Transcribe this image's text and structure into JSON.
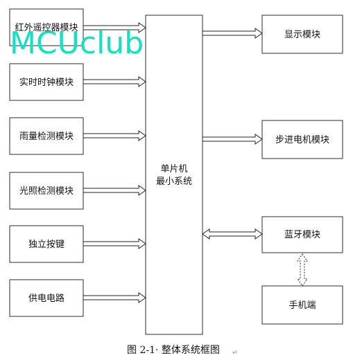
{
  "left_modules": [
    {
      "label": "红外遥控器模块",
      "direction": "to-mcu"
    },
    {
      "label": "实时时钟模块",
      "direction": "to-mcu"
    },
    {
      "label": "雨量检测模块",
      "direction": "to-mcu"
    },
    {
      "label": "光照检测模块",
      "direction": "to-mcu"
    },
    {
      "label": "独立按键",
      "direction": "to-mcu"
    },
    {
      "label": "供电电路",
      "direction": "to-mcu"
    }
  ],
  "mcu": {
    "line1": "单片机",
    "line2": "最小系统"
  },
  "right_modules": [
    {
      "label": "显示模块",
      "direction": "from-mcu"
    },
    {
      "label": "步进电机模块",
      "direction": "from-mcu"
    },
    {
      "label": "蓝牙模块",
      "direction": "bidirectional"
    }
  ],
  "phone": {
    "label": "手机端",
    "link": "bidirectional-dashed"
  },
  "watermark": "MCUclub",
  "caption": "图 2-1· 整体系统框图",
  "caption_mark": "↵",
  "colors": {
    "watermark": "#16e0c4",
    "box_stroke": "#2b2b2b"
  }
}
